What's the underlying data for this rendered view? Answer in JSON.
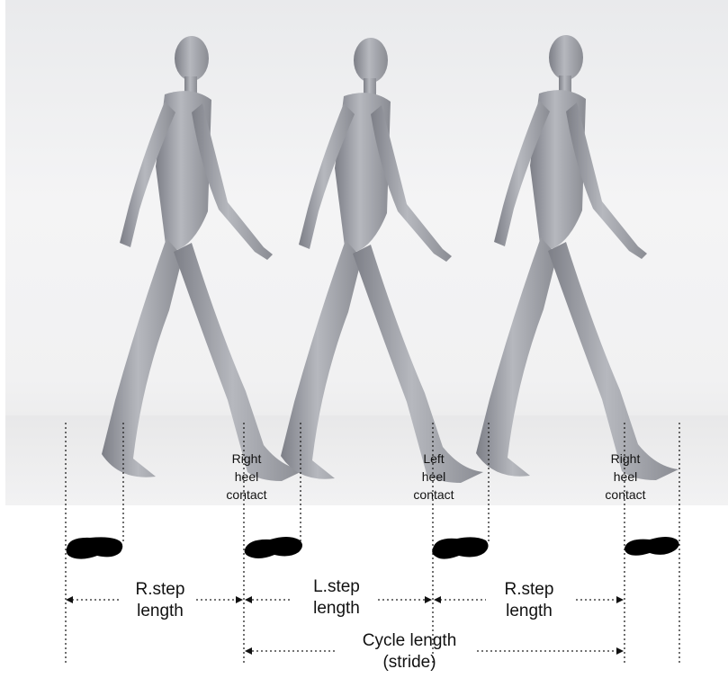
{
  "heel_labels": [
    {
      "lines": [
        "Right",
        "heel",
        "contact"
      ]
    },
    {
      "lines": [
        "Left",
        "heel",
        "contact"
      ]
    },
    {
      "lines": [
        "Right",
        "heel",
        "contact"
      ]
    }
  ],
  "step_labels": [
    {
      "line1": "R.step",
      "line2": "length"
    },
    {
      "line1": "L.step",
      "line2": "length"
    },
    {
      "line1": "R.step",
      "line2": "length"
    }
  ],
  "cycle_label": {
    "line1": "Cycle length",
    "line2": "(stride)"
  },
  "figure": {
    "count": 3,
    "body_color": "#9a9ca3",
    "shadow_color": "#6f7179"
  },
  "footprint_color": "#000000"
}
